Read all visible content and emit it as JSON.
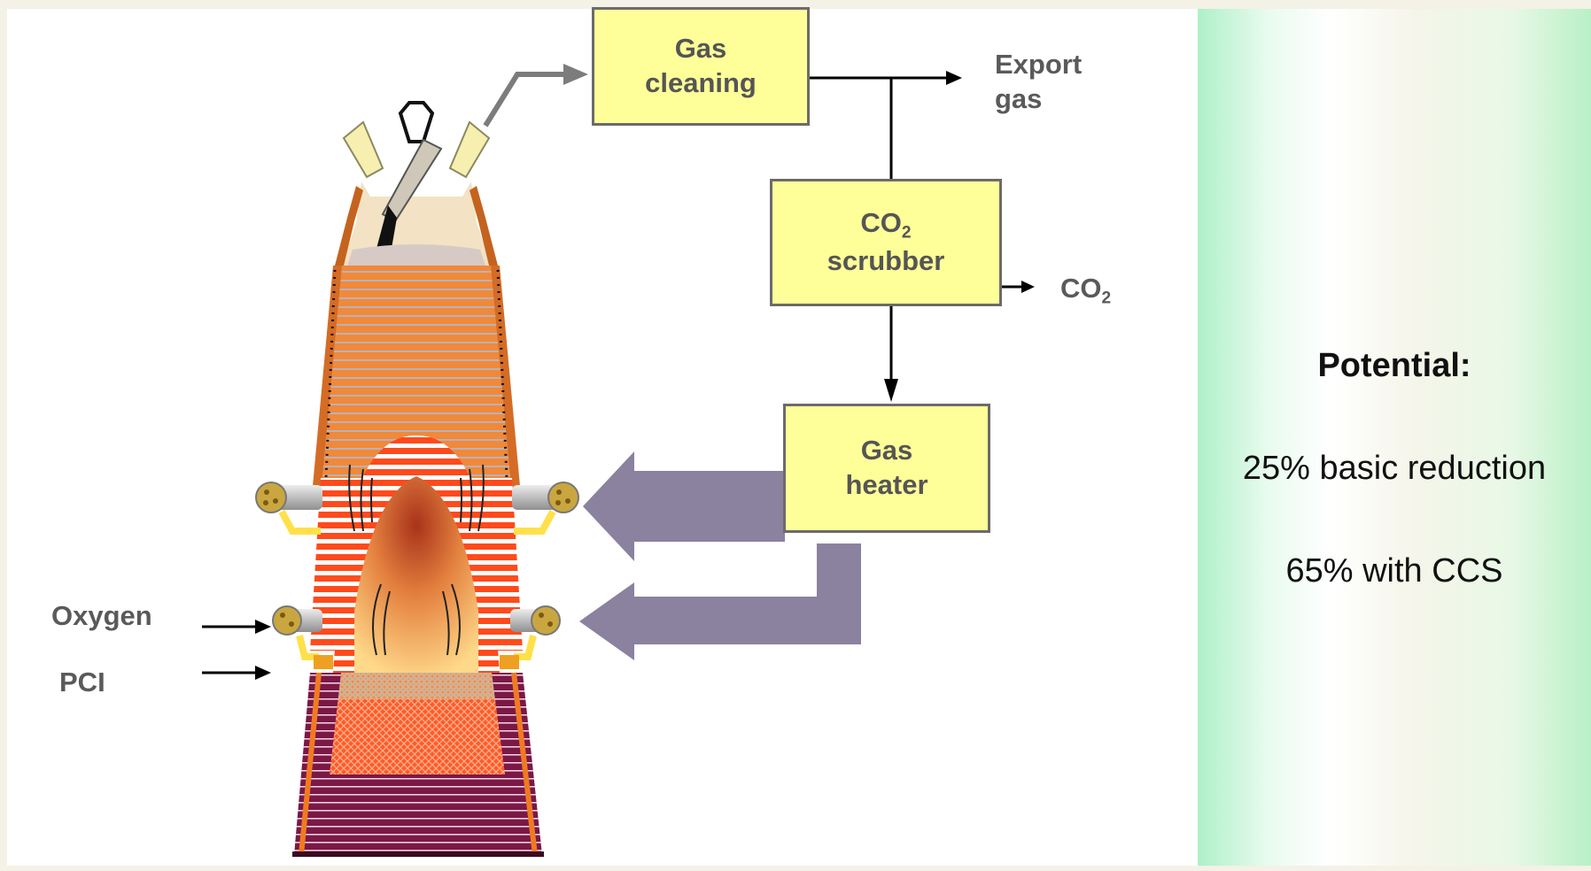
{
  "diagram": {
    "boxes": {
      "gas_cleaning": [
        "Gas",
        "cleaning"
      ],
      "co2_scrubber_main": "CO",
      "co2_scrubber_sub": "2",
      "co2_scrubber_line2": "scrubber",
      "gas_heater": [
        "Gas",
        "heater"
      ]
    },
    "labels": {
      "export_gas": [
        "Export",
        "gas"
      ],
      "co2_main": "CO",
      "co2_sub": "2",
      "oxygen": "Oxygen",
      "pci": "PCI"
    }
  },
  "side_panel": {
    "heading": "Potential:",
    "line1": "25% basic reduction",
    "line2": "65% with CCS"
  },
  "colors": {
    "box_fill": "#ffff99",
    "big_arrow": "#8a829e",
    "furnace_orange": "#f0893a",
    "furnace_hearth": "#7b1846"
  }
}
